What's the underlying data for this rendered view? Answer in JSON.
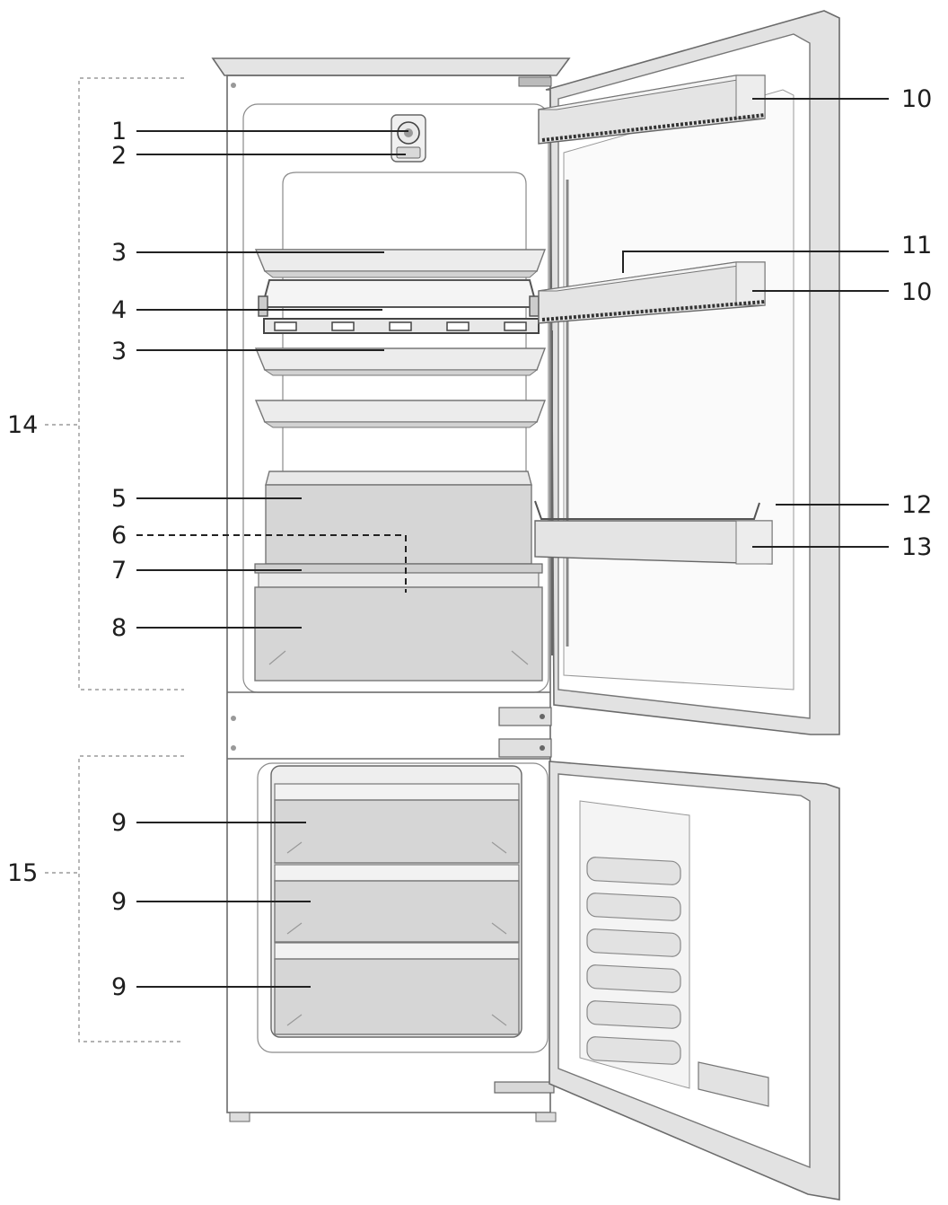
{
  "callouts": [
    {
      "id": "1"
    },
    {
      "id": "2"
    },
    {
      "id": "3"
    },
    {
      "id": "4"
    },
    {
      "id": "3"
    },
    {
      "id": "5"
    },
    {
      "id": "6"
    },
    {
      "id": "7"
    },
    {
      "id": "8"
    },
    {
      "id": "9"
    },
    {
      "id": "9"
    },
    {
      "id": "9"
    },
    {
      "id": "10"
    },
    {
      "id": "11"
    },
    {
      "id": "10"
    },
    {
      "id": "12"
    },
    {
      "id": "13"
    }
  ],
  "groups": [
    {
      "id": "14"
    },
    {
      "id": "15"
    }
  ]
}
